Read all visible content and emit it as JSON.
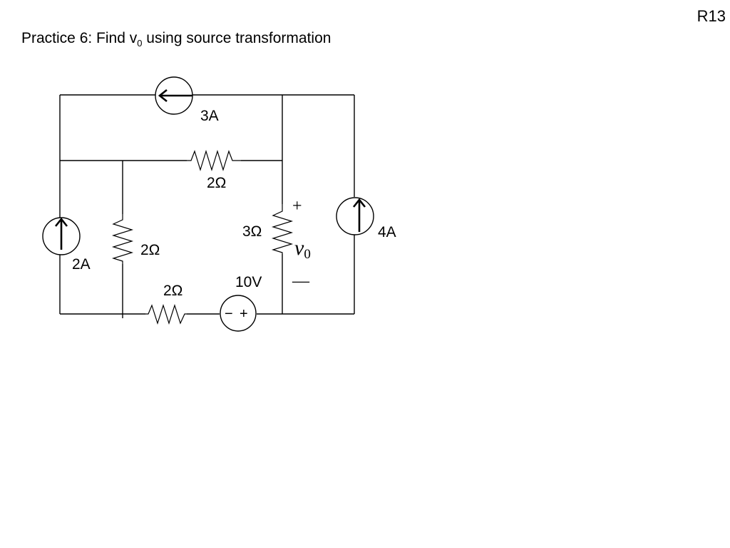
{
  "page": {
    "slide_number": "R13",
    "title_prefix": "Practice 6:  Find v",
    "title_subscript": "0",
    "title_suffix": "  using source transformation"
  },
  "circuit": {
    "source_top": {
      "label": "3A"
    },
    "resistor_top": {
      "label": "2Ω"
    },
    "source_left": {
      "label": "2A"
    },
    "resistor_left": {
      "label": "2Ω"
    },
    "resistor_bottom": {
      "label": "2Ω"
    },
    "voltage_source": {
      "label": "10V",
      "minus_sign": "−",
      "plus_sign": "+"
    },
    "resistor_right": {
      "label": "3Ω"
    },
    "source_right": {
      "label": "4A"
    },
    "output": {
      "plus": "+",
      "minus": "—",
      "v": "v",
      "v_subscript": "0"
    }
  }
}
